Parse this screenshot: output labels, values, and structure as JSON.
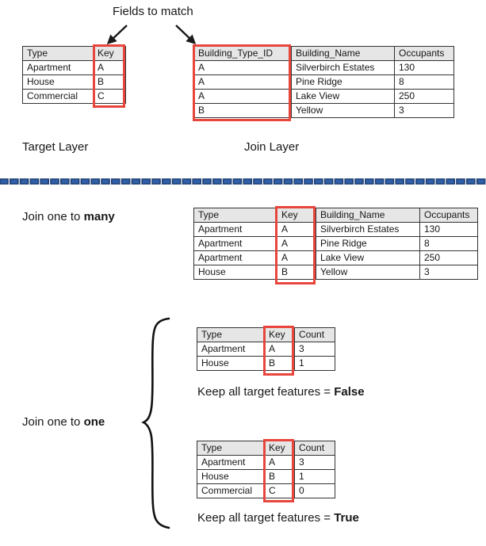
{
  "annotations": {
    "fields_to_match": "Fields to match",
    "target_layer": "Target Layer",
    "join_layer": "Join Layer",
    "join_one_to_many_prefix": "Join one to ",
    "join_one_to_many_emphasis": "many",
    "join_one_to_one_prefix": "Join one to ",
    "join_one_to_one_emphasis": "one",
    "keep_false_prefix": "Keep all target features = ",
    "keep_false_value": "False",
    "keep_true_prefix": "Keep all target features = ",
    "keep_true_value": "True"
  },
  "colors": {
    "highlight": "#e8453c",
    "divider": "#2e5fa8",
    "divider_edge": "#1f3f73",
    "header_fill": "#e6e6e6",
    "border": "#333333",
    "text": "#171717"
  },
  "target_table": {
    "headers": [
      "Type",
      "Key"
    ],
    "rows": [
      [
        "Apartment",
        "A"
      ],
      [
        "House",
        "B"
      ],
      [
        "Commercial",
        "C"
      ]
    ],
    "highlight_column": "Key"
  },
  "join_table": {
    "headers": [
      "Building_Type_ID",
      "Building_Name",
      "Occupants"
    ],
    "rows": [
      [
        "A",
        "Silverbirch Estates",
        "130"
      ],
      [
        "A",
        "Pine Ridge",
        "8"
      ],
      [
        "A",
        "Lake View",
        "250"
      ],
      [
        "B",
        "Yellow",
        "3"
      ]
    ],
    "highlight_column": "Building_Type_ID"
  },
  "one_to_many_table": {
    "headers": [
      "Type",
      "Key",
      "Building_Name",
      "Occupants"
    ],
    "rows": [
      [
        "Apartment",
        "A",
        "Silverbirch Estates",
        "130"
      ],
      [
        "Apartment",
        "A",
        "Pine Ridge",
        "8"
      ],
      [
        "Apartment",
        "A",
        "Lake View",
        "250"
      ],
      [
        "House",
        "B",
        "Yellow",
        "3"
      ]
    ],
    "highlight_column": "Key"
  },
  "one_to_one_false_table": {
    "headers": [
      "Type",
      "Key",
      "Count"
    ],
    "rows": [
      [
        "Apartment",
        "A",
        "3"
      ],
      [
        "House",
        "B",
        "1"
      ]
    ],
    "highlight_column": "Key"
  },
  "one_to_one_true_table": {
    "headers": [
      "Type",
      "Key",
      "Count"
    ],
    "rows": [
      [
        "Apartment",
        "A",
        "3"
      ],
      [
        "House",
        "B",
        "1"
      ],
      [
        "Commercial",
        "C",
        "0"
      ]
    ],
    "highlight_column": "Key"
  }
}
